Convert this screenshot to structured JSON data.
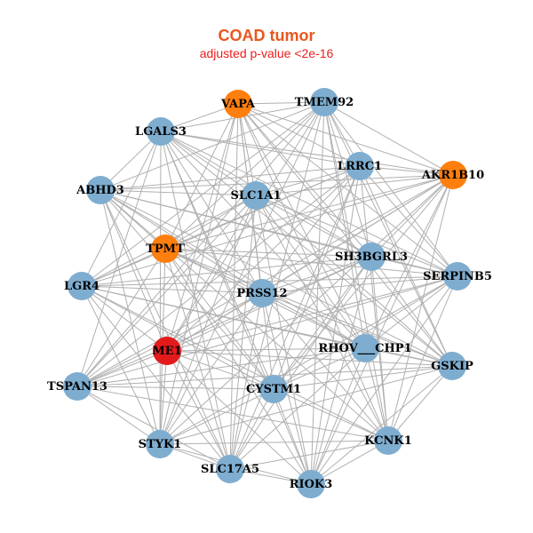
{
  "header": {
    "title": "COAD tumor",
    "subtitle": "adjusted p-value <2e-16"
  },
  "colors": {
    "title": "#e8571e",
    "subtitle": "#ee1c1c",
    "edge": "#b0b0b0",
    "node_default": "#7eadd0",
    "node_orange": "#ff7f0e",
    "node_red": "#e31a1c"
  },
  "nodes": [
    {
      "id": "VAPA",
      "color": "orange"
    },
    {
      "id": "TMEM92",
      "color": "default"
    },
    {
      "id": "LGALS3",
      "color": "default"
    },
    {
      "id": "LRRC1",
      "color": "default"
    },
    {
      "id": "AKR1B10",
      "color": "orange"
    },
    {
      "id": "ABHD3",
      "color": "default"
    },
    {
      "id": "SLC1A1",
      "color": "default"
    },
    {
      "id": "TPMT",
      "color": "orange"
    },
    {
      "id": "SH3BGRL3",
      "color": "default"
    },
    {
      "id": "SERPINB5",
      "color": "default"
    },
    {
      "id": "LGR4",
      "color": "default"
    },
    {
      "id": "PRSS12",
      "color": "default"
    },
    {
      "id": "ME1",
      "color": "red"
    },
    {
      "id": "RHOV___CHP1",
      "color": "default"
    },
    {
      "id": "GSKIP",
      "color": "default"
    },
    {
      "id": "TSPAN13",
      "color": "default"
    },
    {
      "id": "CYSTM1",
      "color": "default"
    },
    {
      "id": "KCNK1",
      "color": "default"
    },
    {
      "id": "STYK1",
      "color": "default"
    },
    {
      "id": "SLC17A5",
      "color": "default"
    },
    {
      "id": "RIOK3",
      "color": "default"
    }
  ]
}
